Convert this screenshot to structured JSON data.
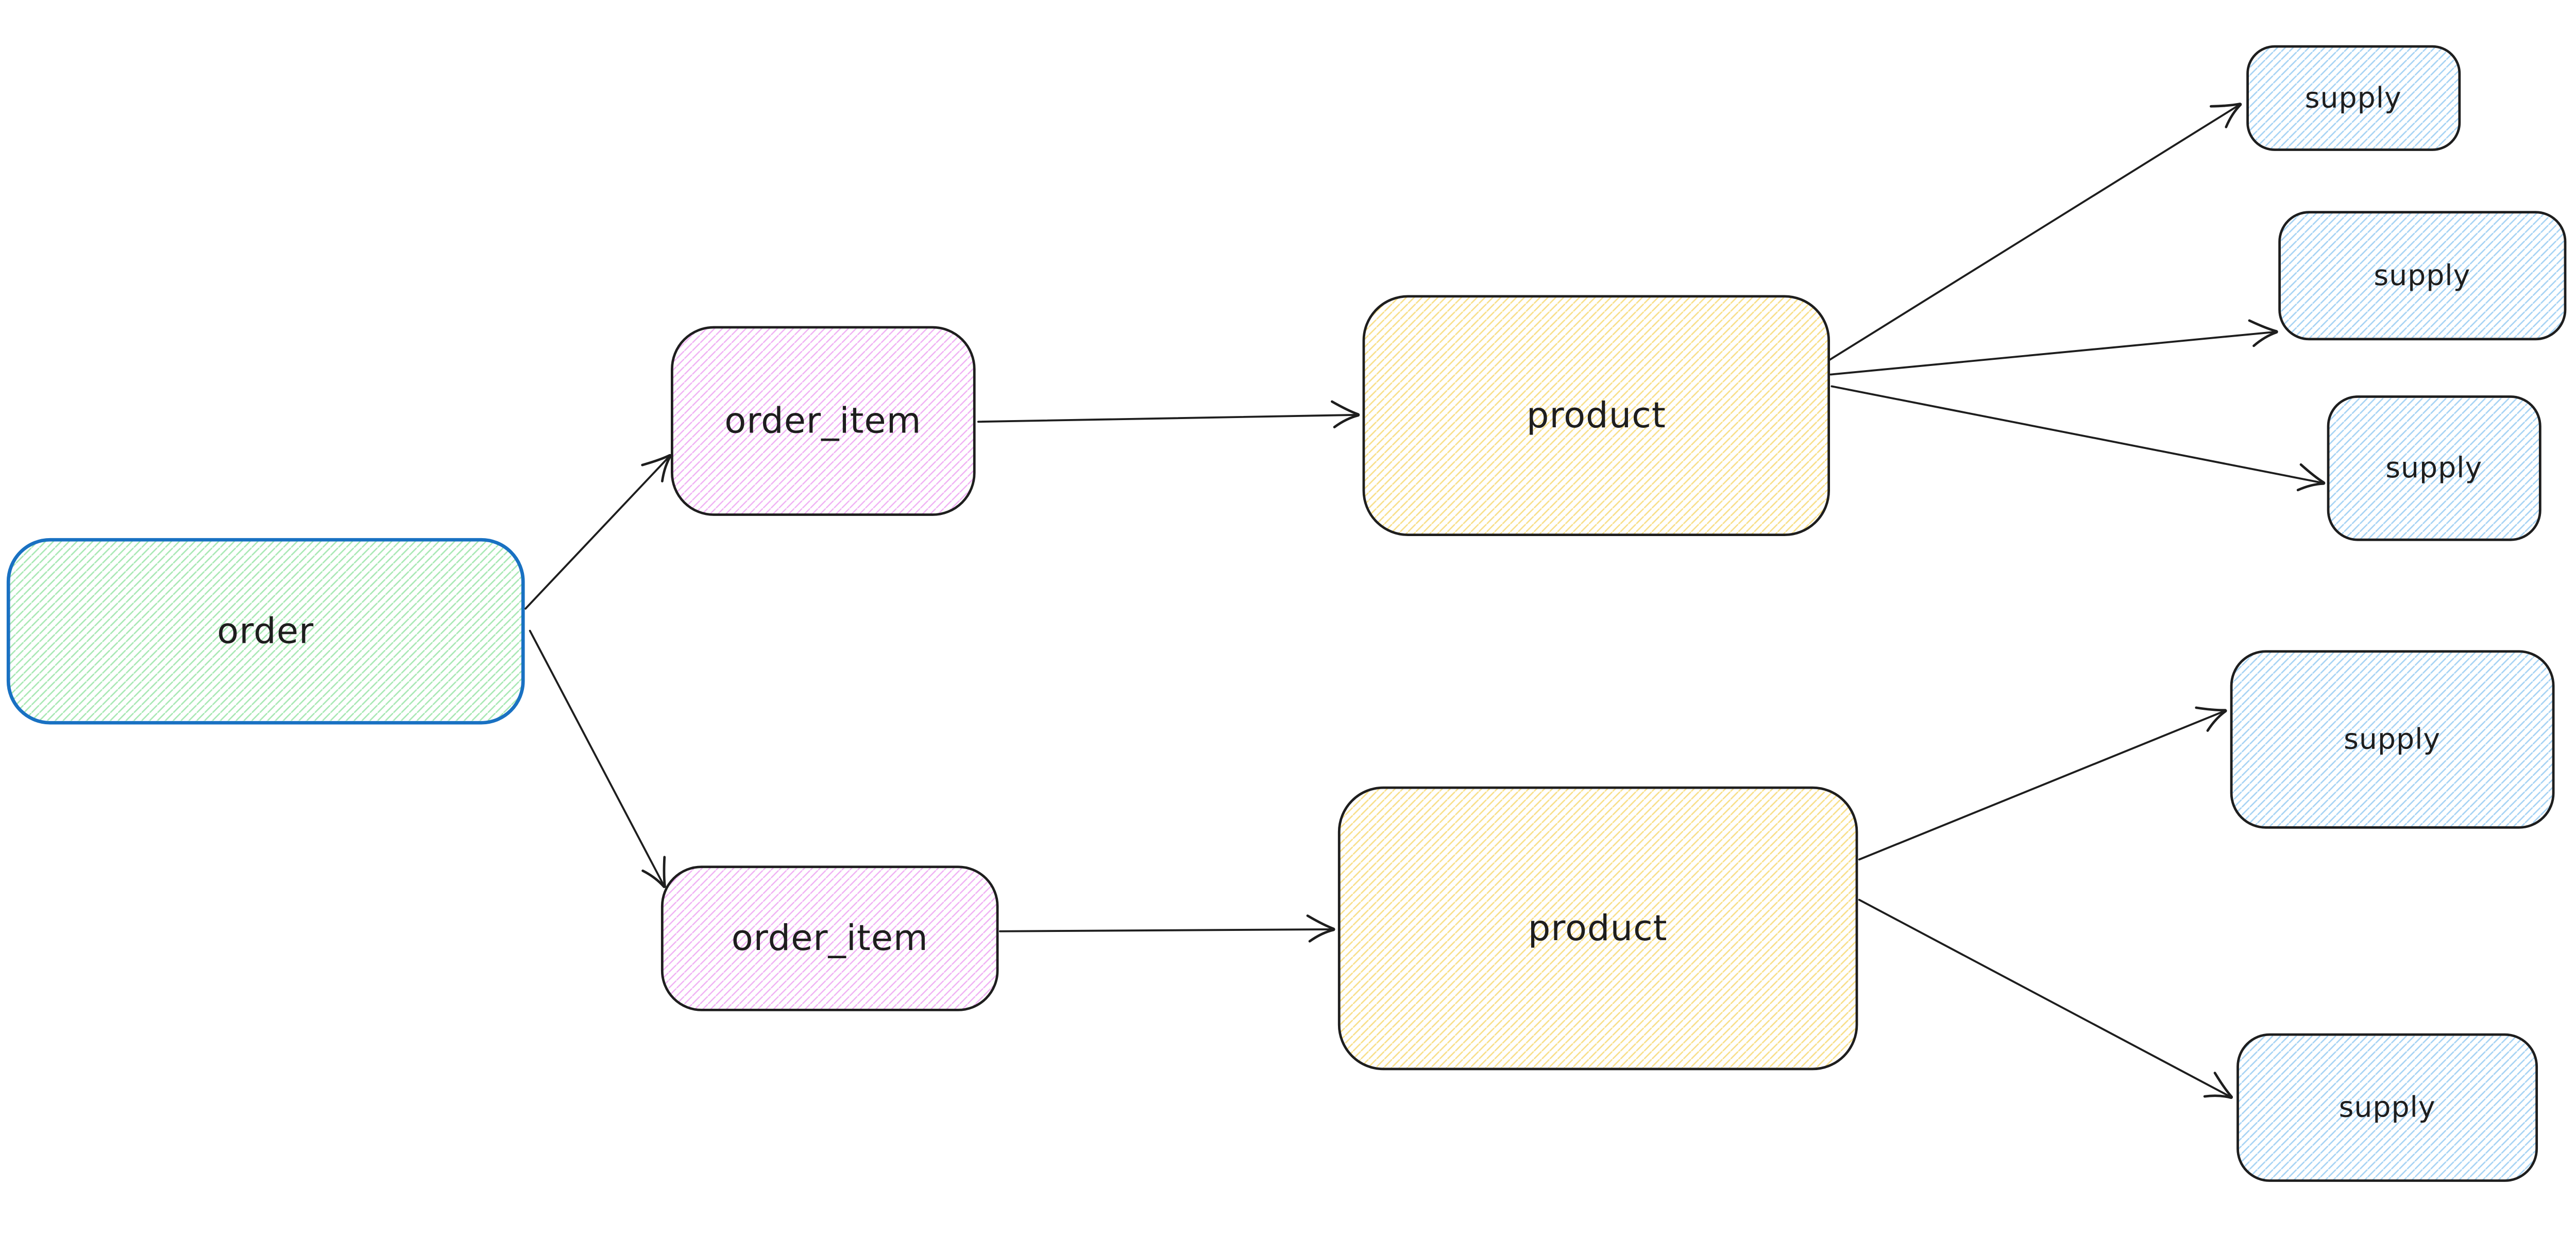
{
  "diagram": {
    "background_color": "#ffffff",
    "stroke_color": "#1e1e1e",
    "selected_border_color": "#1971c2",
    "fill_style": "hachure",
    "colors": {
      "green_hatch": "#a8e8b4",
      "pink_hatch": "#f0b1f4",
      "yellow_hatch": "#f8df8a",
      "blue_hatch": "#a6d3f4"
    },
    "nodes": [
      {
        "id": "order",
        "label": "order",
        "fill": "green",
        "border_color": "#1971c2"
      },
      {
        "id": "order_item_1",
        "label": "order_item",
        "fill": "pink",
        "border_color": "#1e1e1e"
      },
      {
        "id": "order_item_2",
        "label": "order_item",
        "fill": "pink",
        "border_color": "#1e1e1e"
      },
      {
        "id": "product_1",
        "label": "product",
        "fill": "yellow",
        "border_color": "#1e1e1e"
      },
      {
        "id": "product_2",
        "label": "product",
        "fill": "yellow",
        "border_color": "#1e1e1e"
      },
      {
        "id": "supply_1",
        "label": "supply",
        "fill": "blue",
        "border_color": "#1e1e1e"
      },
      {
        "id": "supply_2",
        "label": "supply",
        "fill": "blue",
        "border_color": "#1e1e1e"
      },
      {
        "id": "supply_3",
        "label": "supply",
        "fill": "blue",
        "border_color": "#1e1e1e"
      },
      {
        "id": "supply_4",
        "label": "supply",
        "fill": "blue",
        "border_color": "#1e1e1e"
      },
      {
        "id": "supply_5",
        "label": "supply",
        "fill": "blue",
        "border_color": "#1e1e1e"
      }
    ],
    "edges": [
      {
        "from": "order",
        "to": "order_item_1"
      },
      {
        "from": "order",
        "to": "order_item_2"
      },
      {
        "from": "order_item_1",
        "to": "product_1"
      },
      {
        "from": "order_item_2",
        "to": "product_2"
      },
      {
        "from": "product_1",
        "to": "supply_1"
      },
      {
        "from": "product_1",
        "to": "supply_2"
      },
      {
        "from": "product_1",
        "to": "supply_3"
      },
      {
        "from": "product_2",
        "to": "supply_4"
      },
      {
        "from": "product_2",
        "to": "supply_5"
      }
    ]
  }
}
